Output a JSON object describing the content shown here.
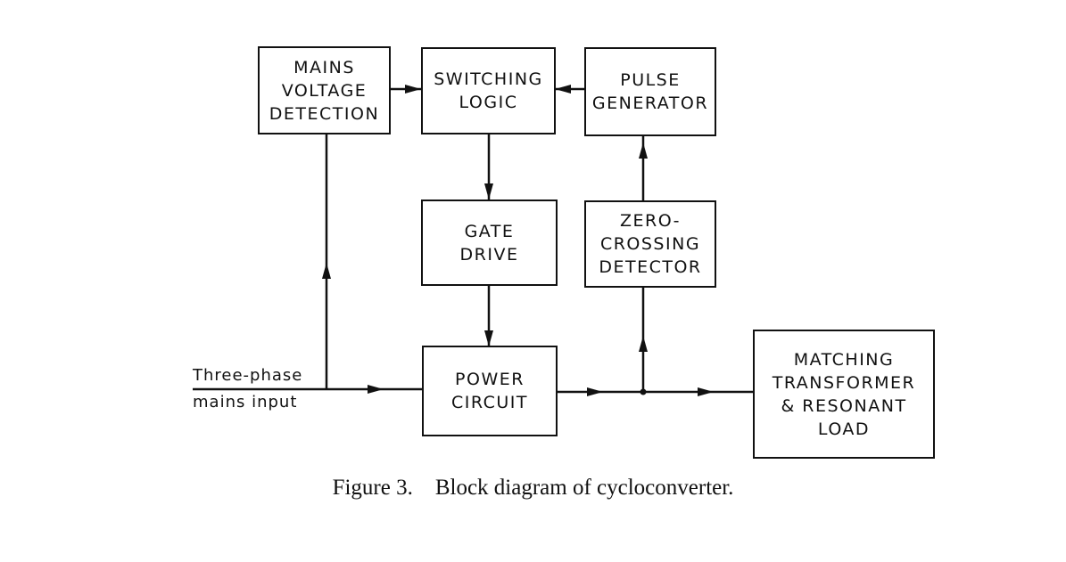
{
  "blocks": {
    "mains_voltage_detection": [
      "MAINS",
      "VOLTAGE",
      "DETECTION"
    ],
    "switching_logic": [
      "SWITCHING",
      "LOGIC"
    ],
    "pulse_generator": [
      "PULSE",
      "GENERATOR"
    ],
    "gate_drive": [
      "GATE",
      "DRIVE"
    ],
    "zero_crossing_detector": [
      "ZERO-",
      "CROSSING",
      "DETECTOR"
    ],
    "power_circuit": [
      "POWER",
      "CIRCUIT"
    ],
    "matching_load": [
      "MATCHING",
      "TRANSFORMER",
      "& RESONANT",
      "LOAD"
    ]
  },
  "input_label": [
    "Three-phase",
    "mains input"
  ],
  "caption": "Figure 3.    Block diagram of cycloconverter."
}
